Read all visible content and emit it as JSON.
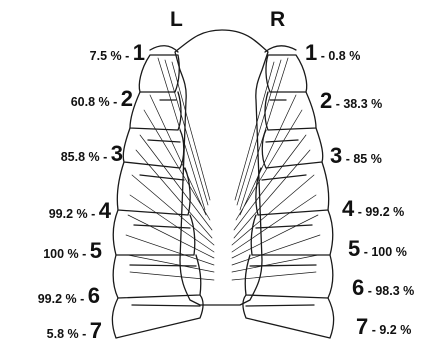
{
  "sides": {
    "left": "L",
    "right": "R"
  },
  "left_labels": [
    {
      "pct": "7.5 %",
      "sep": " - ",
      "num": "1"
    },
    {
      "pct": "60.8 %",
      "sep": " - ",
      "num": "2"
    },
    {
      "pct": "85.8 %",
      "sep": " - ",
      "num": "3"
    },
    {
      "pct": "99.2 %",
      "sep": " - ",
      "num": "4"
    },
    {
      "pct": "100 %",
      "sep": " - ",
      "num": "5"
    },
    {
      "pct": "99.2 %",
      "sep": " - ",
      "num": "6"
    },
    {
      "pct": "5.8 %",
      "sep": " - ",
      "num": "7"
    }
  ],
  "right_labels": [
    {
      "num": "1",
      "sep": " - ",
      "pct": "0.8 %"
    },
    {
      "num": "2",
      "sep": " - ",
      "pct": "38.3 %"
    },
    {
      "num": "3",
      "sep": " - ",
      "pct": "85 %"
    },
    {
      "num": "4",
      "sep": " - ",
      "pct": "99.2 %"
    },
    {
      "num": "5",
      "sep": " - ",
      "pct": "100 %"
    },
    {
      "num": "6",
      "sep": " - ",
      "pct": "98.3 %"
    },
    {
      "num": "7",
      "sep": " - ",
      "pct": "9.2 %"
    }
  ],
  "colors": {
    "ink": "#1a1a1a",
    "paper": "#ffffff"
  }
}
